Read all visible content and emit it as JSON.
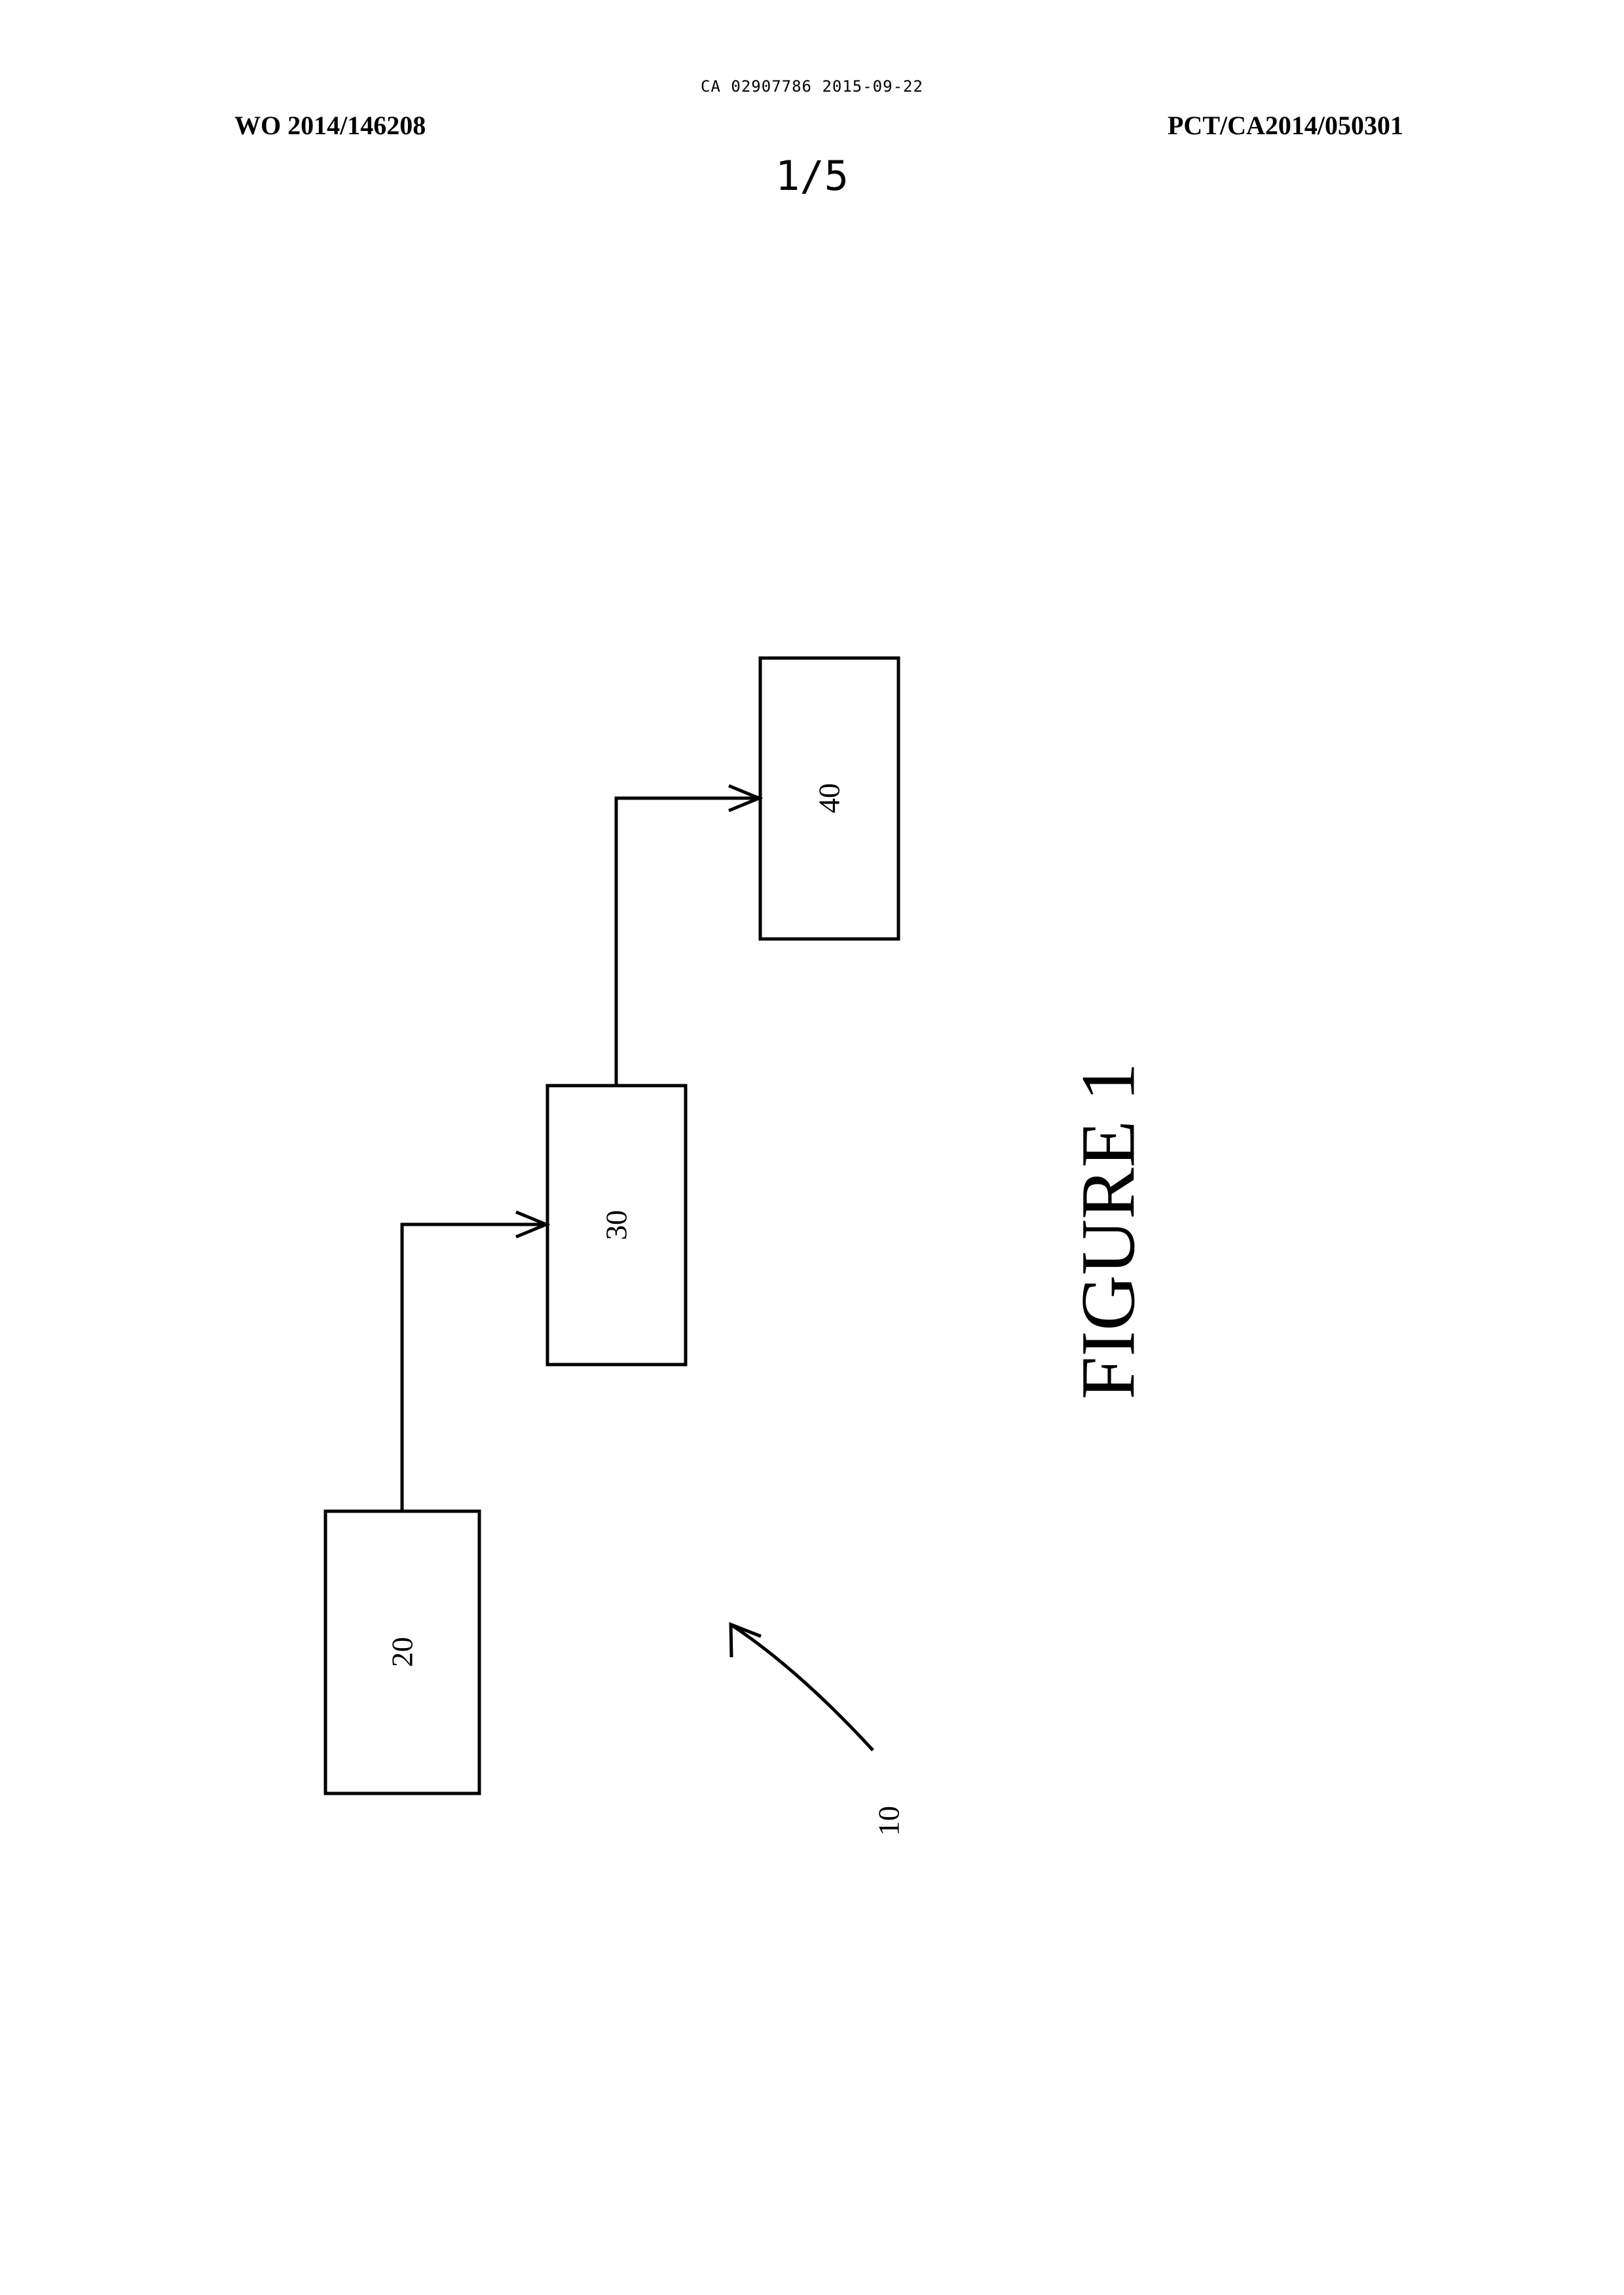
{
  "document": {
    "stamp": "CA 02907786 2015-09-22",
    "publication_number": "WO 2014/146208",
    "application_number": "PCT/CA2014/050301",
    "sheet_number": "1/5"
  },
  "figure": {
    "caption": "FIGURE 1",
    "assembly_ref": "10",
    "blocks": [
      {
        "ref": "20"
      },
      {
        "ref": "30"
      },
      {
        "ref": "40"
      }
    ]
  }
}
